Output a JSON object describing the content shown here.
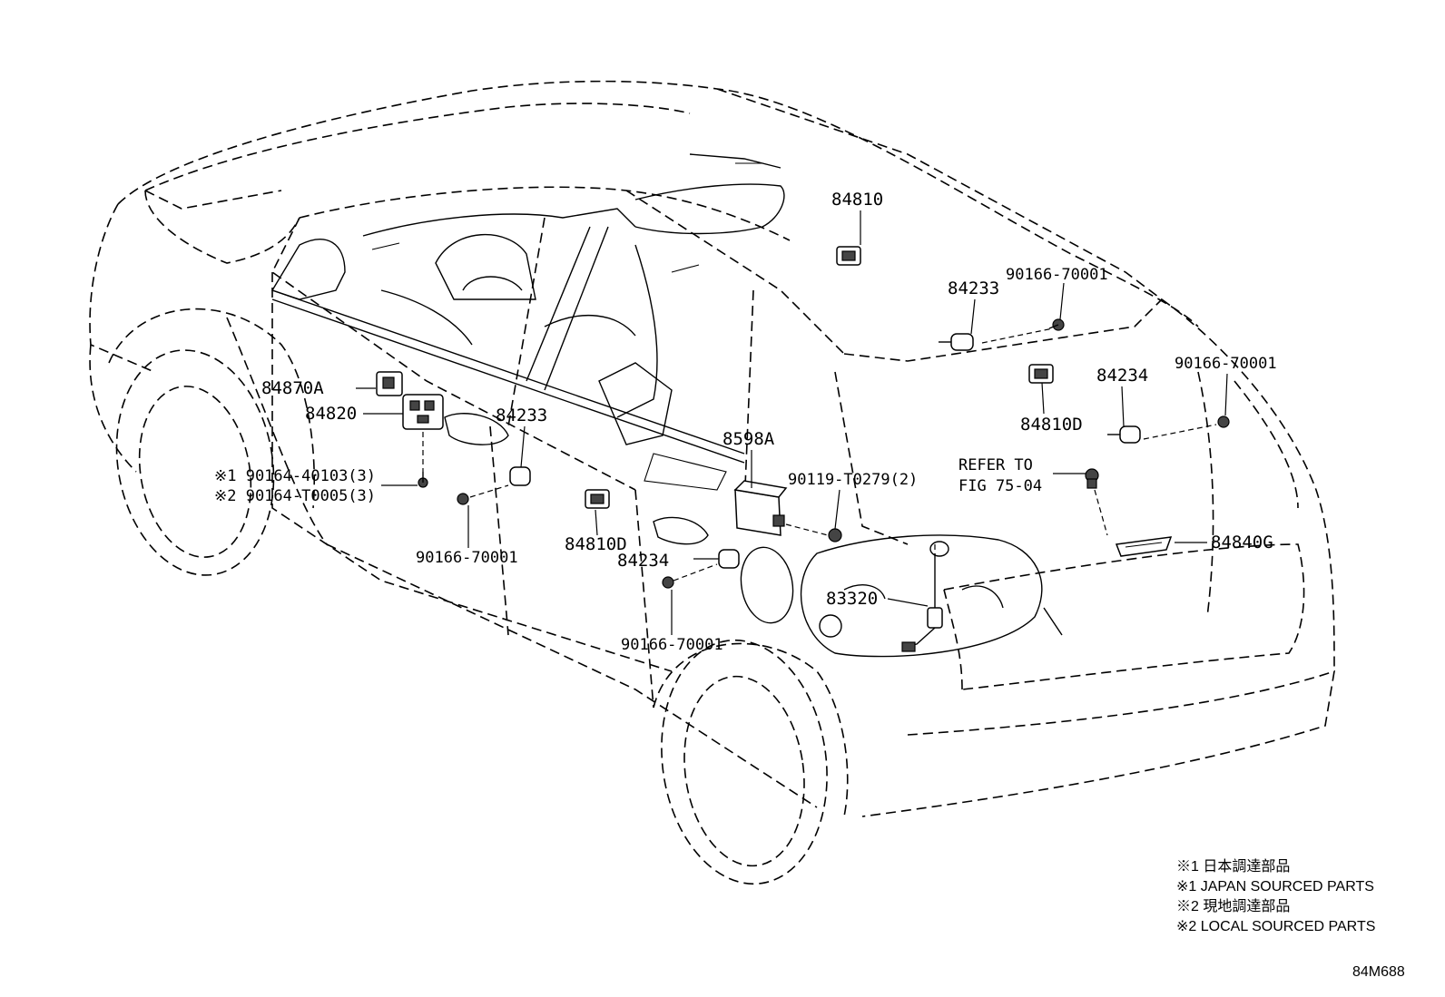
{
  "callouts": [
    {
      "id": "84810_top",
      "text": "84810"
    },
    {
      "id": "84233_right",
      "text": "84233"
    },
    {
      "id": "90166_70001_a",
      "text": "90166-70001"
    },
    {
      "id": "84810D_right",
      "text": "84810D"
    },
    {
      "id": "84234_right",
      "text": "84234"
    },
    {
      "id": "90166_70001_b",
      "text": "90166-70001"
    },
    {
      "id": "refer_to_1",
      "text": "REFER TO"
    },
    {
      "id": "refer_to_2",
      "text": "FIG 75-04"
    },
    {
      "id": "84840G",
      "text": "84840G"
    },
    {
      "id": "84870A",
      "text": "84870A"
    },
    {
      "id": "84820",
      "text": "84820"
    },
    {
      "id": "ref1",
      "text": "※1 90164-40103(3)"
    },
    {
      "id": "ref2",
      "text": "※2 90164-T0005(3)"
    },
    {
      "id": "84233_left",
      "text": "84233"
    },
    {
      "id": "90166_70001_c",
      "text": "90166-70001"
    },
    {
      "id": "84810D_left",
      "text": "84810D"
    },
    {
      "id": "8598A",
      "text": "8598A"
    },
    {
      "id": "90119_T0279",
      "text": "90119-T0279(2)"
    },
    {
      "id": "84234_left",
      "text": "84234"
    },
    {
      "id": "83320",
      "text": "83320"
    },
    {
      "id": "90166_70001_d",
      "text": "90166-70001"
    }
  ],
  "notes": [
    "※1 日本調達部品",
    "※1 JAPAN SOURCED PARTS",
    "※2 現地調達部品",
    "※2 LOCAL SOURCED PARTS"
  ],
  "figure_code": "84M688"
}
